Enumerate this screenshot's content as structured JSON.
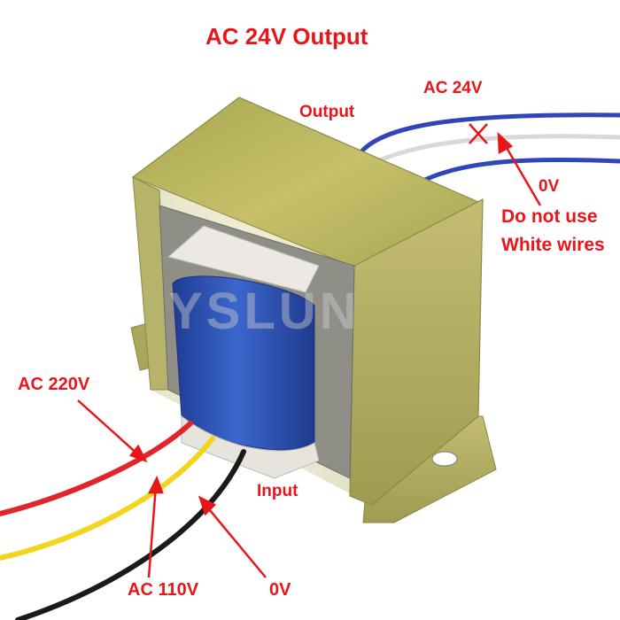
{
  "labels": {
    "title": "AC 24V Output",
    "output": "Output",
    "ac_24v": "AC 24V",
    "zero_v_top": "0V",
    "warning_line1": "Do not use",
    "warning_line2": "White wires",
    "ac_220v": "AC 220V",
    "input": "Input",
    "ac_110v": "AC 110V",
    "zero_v_bottom": "0V"
  },
  "watermark": "YSLUN",
  "colors": {
    "label_red": "#e8161b",
    "wire_blue": "#2f45b8",
    "wire_white": "#eeeeee",
    "wire_red": "#e0262b",
    "wire_yellow": "#f2d51c",
    "wire_black": "#1a1a1a",
    "coil_blue": "#2e52b5",
    "frame_brass": "#b9b55e"
  }
}
